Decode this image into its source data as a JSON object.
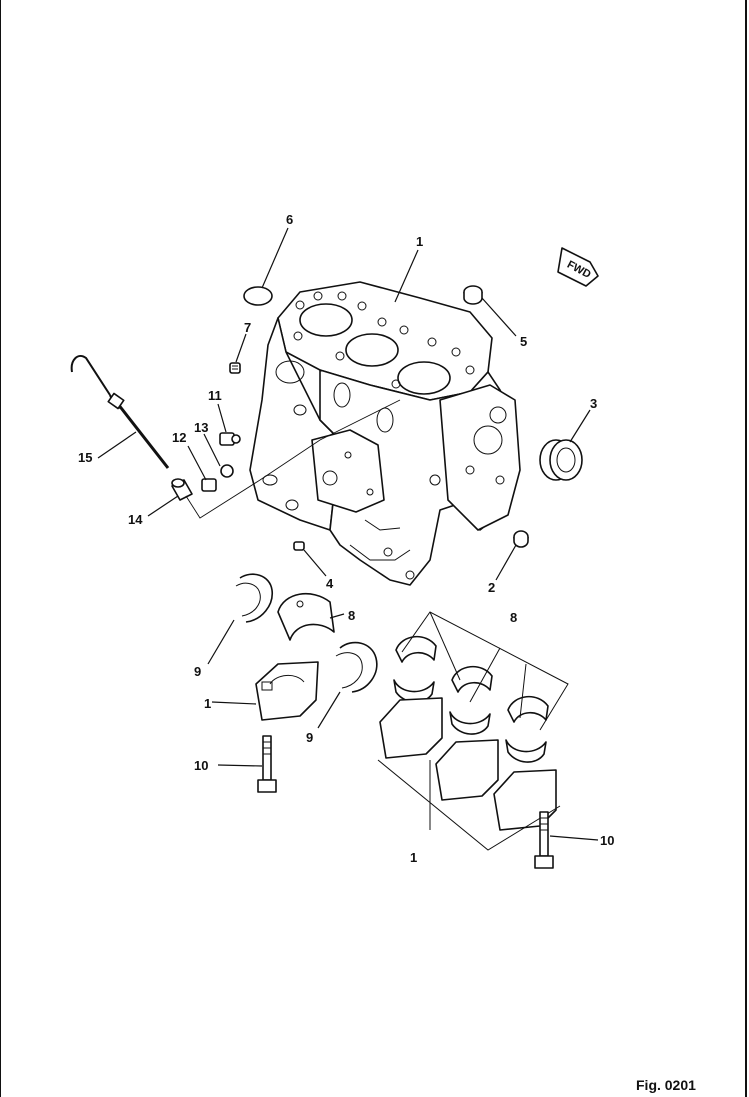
{
  "figure": {
    "number": "Fig. 0201"
  },
  "direction_marker": {
    "text": "FWD"
  },
  "callouts": [
    {
      "id": "c1-top",
      "text": "1"
    },
    {
      "id": "c2",
      "text": "2"
    },
    {
      "id": "c3",
      "text": "3"
    },
    {
      "id": "c4",
      "text": "4"
    },
    {
      "id": "c5",
      "text": "5"
    },
    {
      "id": "c6",
      "text": "6"
    },
    {
      "id": "c7",
      "text": "7"
    },
    {
      "id": "c8-left",
      "text": "8"
    },
    {
      "id": "c8-right",
      "text": "8"
    },
    {
      "id": "c9-left",
      "text": "9"
    },
    {
      "id": "c9-mid",
      "text": "9"
    },
    {
      "id": "c10-left",
      "text": "10"
    },
    {
      "id": "c10-right",
      "text": "10"
    },
    {
      "id": "c1-bottom",
      "text": "1"
    },
    {
      "id": "c11",
      "text": "11"
    },
    {
      "id": "c12",
      "text": "12"
    },
    {
      "id": "c13",
      "text": "13"
    },
    {
      "id": "c14",
      "text": "14"
    },
    {
      "id": "c15",
      "text": "15"
    },
    {
      "id": "c1-side",
      "text": "1"
    }
  ]
}
